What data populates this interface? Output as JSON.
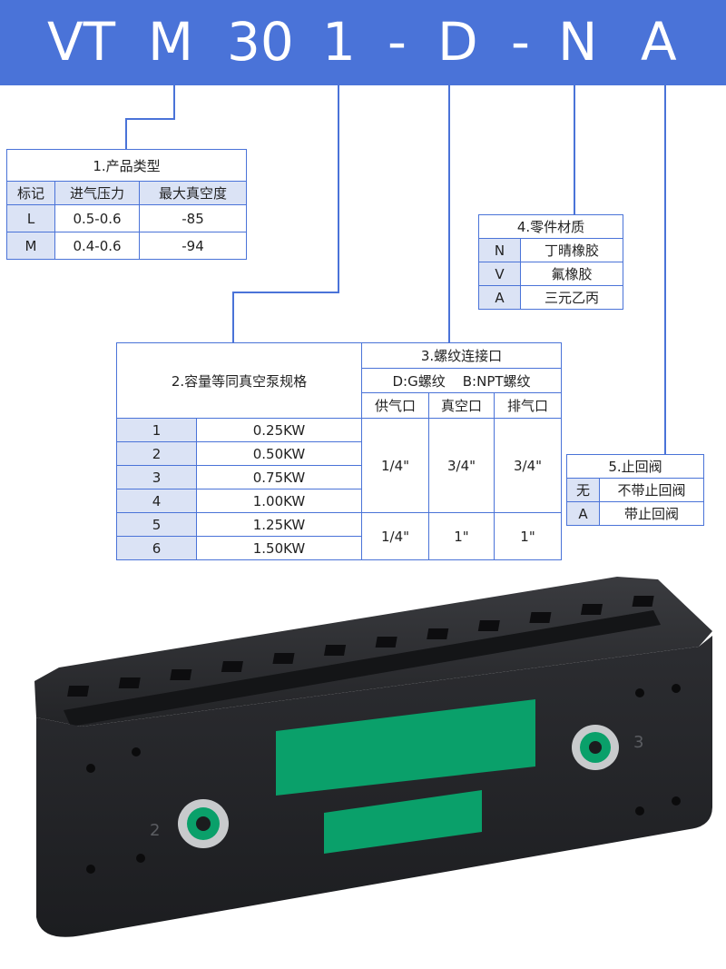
{
  "model_code": {
    "chars": [
      "VT",
      "M",
      "30",
      "1",
      "-",
      "D",
      "-",
      "N",
      "A"
    ]
  },
  "product_type": {
    "title": "1.产品类型",
    "headers": [
      "标记",
      "进气压力",
      "最大真空度"
    ],
    "rows": [
      {
        "mark": "L",
        "pressure": "0.5-0.6",
        "vacuum": "-85"
      },
      {
        "mark": "M",
        "pressure": "0.4-0.6",
        "vacuum": "-94"
      }
    ]
  },
  "materials": {
    "title": "4.零件材质",
    "rows": [
      {
        "mark": "N",
        "name": "丁晴橡胶"
      },
      {
        "mark": "V",
        "name": "氟橡胶"
      },
      {
        "mark": "A",
        "name": "三元乙丙"
      }
    ]
  },
  "capacity": {
    "title": "2.容量等同真空泵规格",
    "thread_title": "3.螺纹连接口",
    "thread_types": "D:G螺纹    B:NPT螺纹",
    "port_headers": [
      "供气口",
      "真空口",
      "排气口"
    ],
    "rows": [
      {
        "id": "1",
        "power": "0.25KW"
      },
      {
        "id": "2",
        "power": "0.50KW"
      },
      {
        "id": "3",
        "power": "0.75KW"
      },
      {
        "id": "4",
        "power": "1.00KW"
      },
      {
        "id": "5",
        "power": "1.25KW"
      },
      {
        "id": "6",
        "power": "1.50KW"
      }
    ],
    "group_a_ports": [
      "1/4\"",
      "3/4\"",
      "3/4\""
    ],
    "group_b_ports": [
      "1/4\"",
      "1\"",
      "1\""
    ]
  },
  "check_valve": {
    "title": "5.止回阀",
    "rows": [
      {
        "mark": "无",
        "name": "不带止回阀"
      },
      {
        "mark": "A",
        "name": "带止回阀"
      }
    ]
  },
  "product_photo": {
    "port_labels": [
      "2",
      "3"
    ],
    "colors": {
      "body": "#2a2b2e",
      "green": "#0aa06a",
      "accent": "#4a73d8"
    }
  }
}
